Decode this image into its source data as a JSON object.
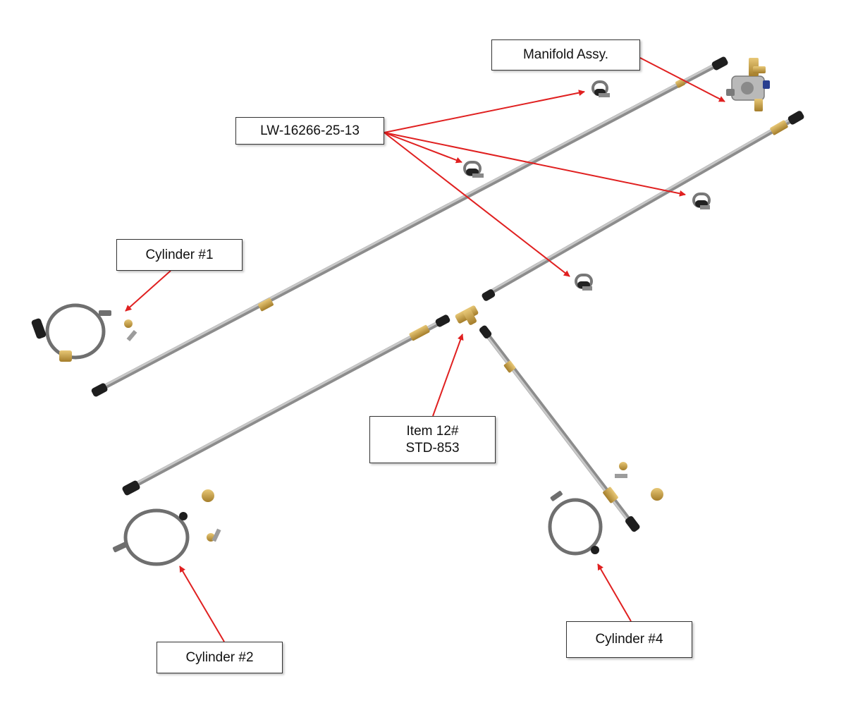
{
  "labels": {
    "manifold": "Manifold Assy.",
    "clamp_part": "LW-16266-25-13",
    "cylinder_1": "Cylinder #1",
    "item_12_line1": "Item 12#",
    "item_12_line2": "STD-853",
    "cylinder_2": "Cylinder #2",
    "cylinder_4": "Cylinder #4"
  },
  "colors": {
    "arrow": "#e02020",
    "tube": "#a8a8a8",
    "brass": "#c9a24a",
    "cap": "#1e1e1e",
    "band": "#6f6f6f"
  }
}
